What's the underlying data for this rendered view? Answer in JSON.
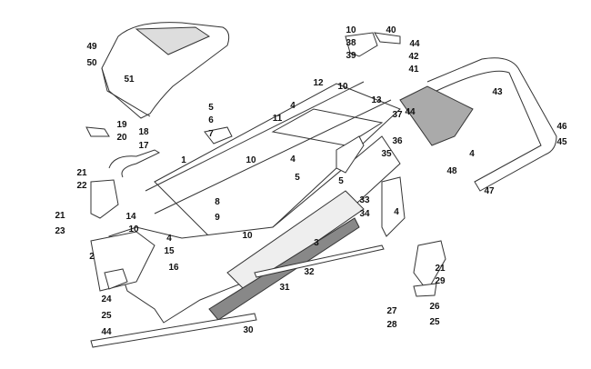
{
  "diagram": {
    "callouts": [
      "49",
      "50",
      "51",
      "10",
      "40",
      "38",
      "44",
      "39",
      "42",
      "41",
      "12",
      "10",
      "13",
      "43",
      "4",
      "11",
      "44",
      "37",
      "5",
      "6",
      "7",
      "19",
      "20",
      "18",
      "17",
      "36",
      "35",
      "46",
      "45",
      "1",
      "10",
      "4",
      "4",
      "48",
      "21",
      "22",
      "5",
      "5",
      "47",
      "8",
      "9",
      "33",
      "34",
      "4",
      "21",
      "23",
      "14",
      "10",
      "10",
      "4",
      "15",
      "3",
      "2",
      "16",
      "32",
      "21",
      "29",
      "31",
      "24",
      "25",
      "27",
      "26",
      "28",
      "25",
      "44",
      "30"
    ],
    "colors": {
      "line": "#333333",
      "fill": "#ffffff",
      "shade": "#555555"
    }
  }
}
